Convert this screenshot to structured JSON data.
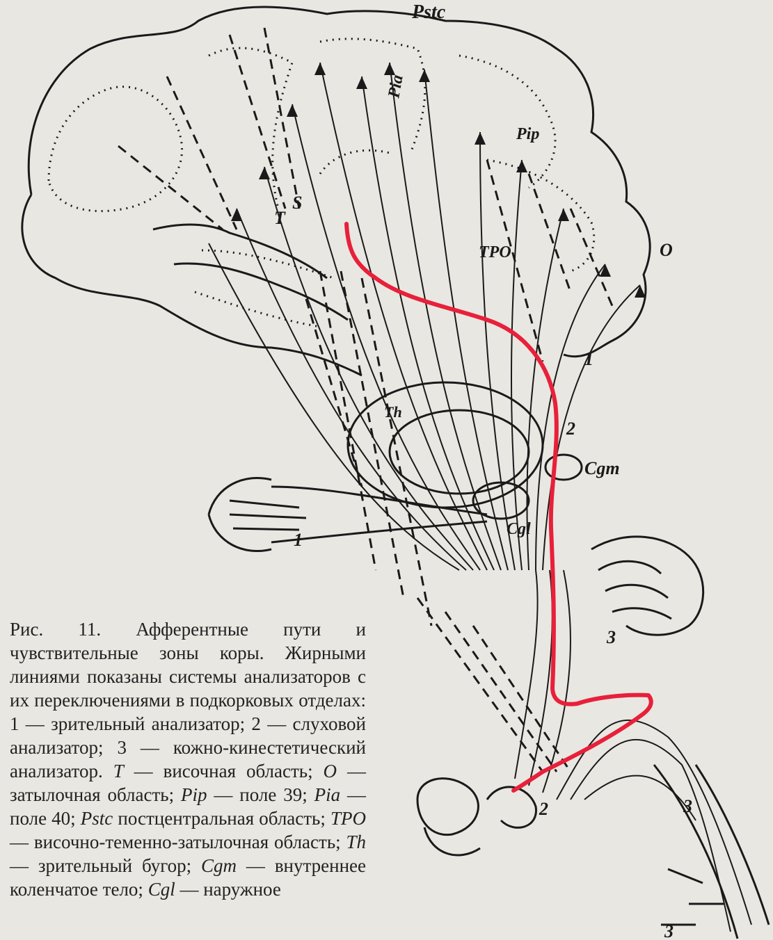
{
  "figure": {
    "region_labels": {
      "pstc": "Pstc",
      "pia": "Pia",
      "pip": "Pip",
      "t": "T",
      "s": "S",
      "tpo": "TPO",
      "o": "O",
      "th": "Th",
      "cgm": "Cgm",
      "cgl": "Cgl"
    },
    "path_numbers": {
      "n1_top": "1",
      "n2_top": "2",
      "n3_mid": "3",
      "n1_eye": "1",
      "n2_ear": "2",
      "n3_right": "3",
      "n3_bottom": "3"
    },
    "highlight_color": "#e8203a",
    "line_color": "#1a1a1a"
  },
  "caption": {
    "figure_number": "Рис. 11.",
    "title": "Афферентные пути и чувствительные зоны коры.",
    "text": "Жирными линиями показаны системы анализаторов с их переключениями в подкорковых отделах: 1 — зрительный анализатор; 2 — слуховой анализатор; 3 — кожно-кинестетический анализатор.",
    "legend": [
      {
        "abbr": "T",
        "desc": "— височная область;"
      },
      {
        "abbr": "O",
        "desc": "— затылочная область;"
      },
      {
        "abbr": "Pip",
        "desc": "— поле 39;"
      },
      {
        "abbr": "Pia",
        "desc": "— поле 40;"
      },
      {
        "abbr": "Pstc",
        "desc": " постцентральная область;"
      },
      {
        "abbr": "TPO",
        "desc": "— височно-теменно-затылочная область;"
      },
      {
        "abbr": "Th",
        "desc": "— зрительный бугор;"
      },
      {
        "abbr": "Cgm",
        "desc": "— внутреннее коленчатое тело;"
      },
      {
        "abbr": "Cgl",
        "desc": "— наружное"
      }
    ]
  }
}
